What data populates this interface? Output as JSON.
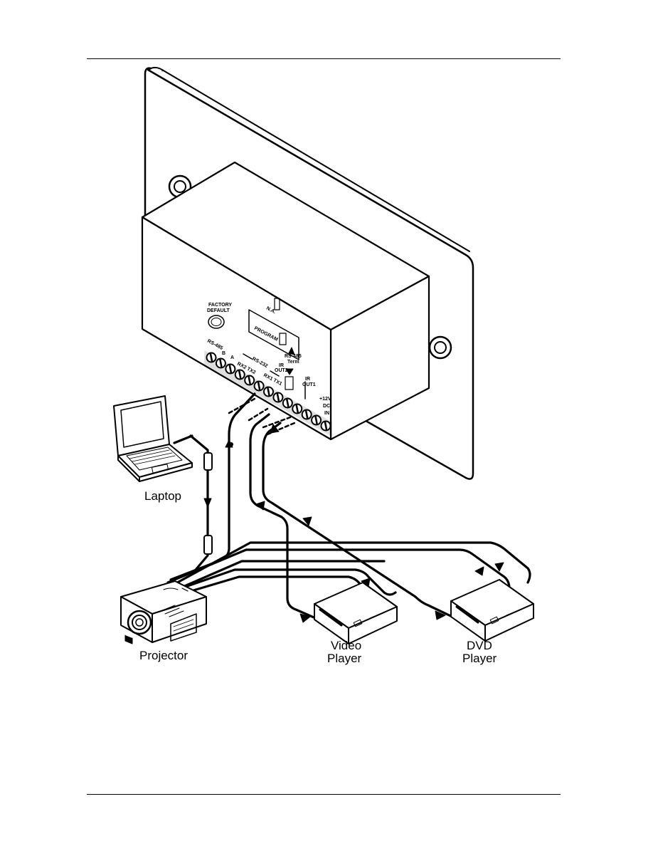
{
  "labels": {
    "laptop": "Laptop",
    "projector": "Projector",
    "video_player": [
      "Video",
      "Player"
    ],
    "dvd_player": [
      "DVD",
      "Player"
    ]
  },
  "panel": {
    "factory_default": [
      "FACTORY",
      "DEFAULT"
    ],
    "na": "N.A.",
    "program": "PROGRAM",
    "rs485": "RS-485",
    "b": "B",
    "a": "A",
    "rx2_tx2": "RX2 TX2",
    "rs232": "RS-232",
    "rx1_tx1": "RX1 TX1",
    "ir_out2": [
      "IR",
      "OUT2"
    ],
    "rs485_term": [
      "RS-485",
      "Term"
    ],
    "ir_out1": [
      "IR",
      "OUT1"
    ],
    "dc_in": [
      "+12V",
      "DC",
      "IN"
    ]
  }
}
